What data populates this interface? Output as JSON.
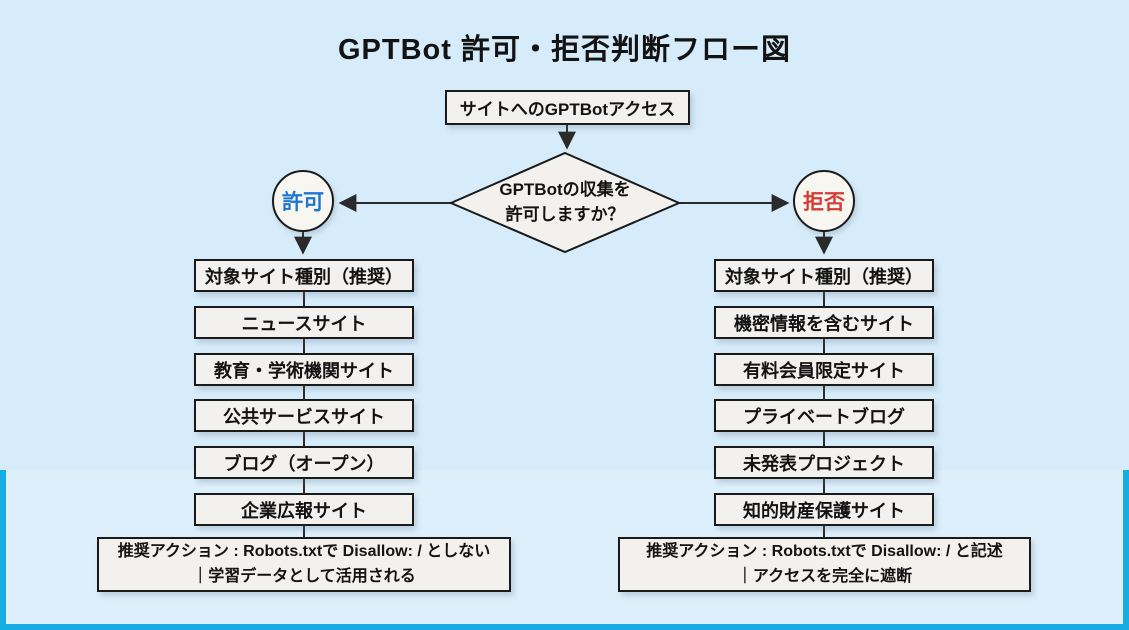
{
  "title": "GPTBot 許可・拒否判断フロー図",
  "flow": {
    "start": "サイトへのGPTBotアクセス",
    "decision_line1": "GPTBotの収集を",
    "decision_line2": "許可しますか？",
    "allow_label": "許可",
    "deny_label": "拒否"
  },
  "allow_branch": {
    "items": [
      "対象サイト種別（推奨）",
      "ニュースサイト",
      "教育・学術機関サイト",
      "公共サービスサイト",
      "ブログ（オープン）",
      "企業広報サイト"
    ],
    "action_line1": "推奨アクション : Robots.txtで Disallow: / としない",
    "action_line2": "｜学習データとして活用される"
  },
  "deny_branch": {
    "items": [
      "対象サイト種別（推奨）",
      "機密情報を含むサイト",
      "有料会員限定サイト",
      "プライベートブログ",
      "未発表プロジェクト",
      "知的財産保護サイト"
    ],
    "action_line1": "推奨アクション : Robots.txtで Disallow: / と記述",
    "action_line2": "｜アクセスを完全に遮断"
  },
  "colors": {
    "background": "#d7ecfa",
    "background_inner": "#ddeffb",
    "accent_bar": "#18ace4",
    "allow_text": "#1b76d2",
    "deny_text": "#d43c35",
    "node_fill": "#f2f1ed",
    "circle_fill": "#f8f6f1",
    "stroke": "#1a1a1a"
  }
}
